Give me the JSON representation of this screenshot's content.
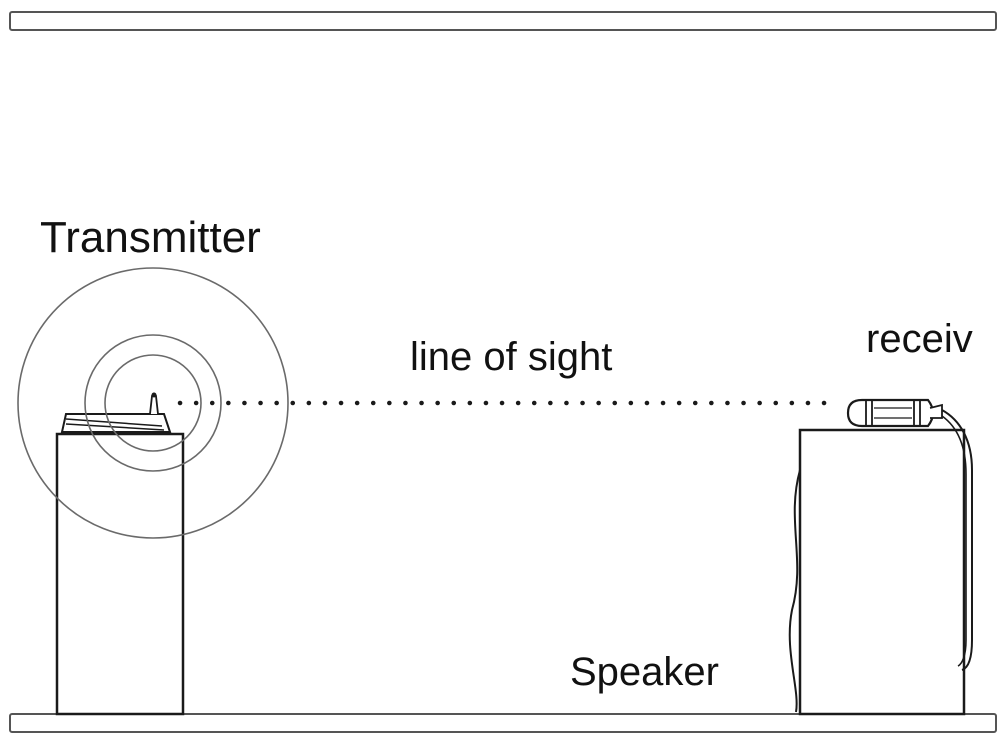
{
  "labels": {
    "transmitter": "Transmitter",
    "line_of_sight": "line of sight",
    "receiver": "receiv",
    "speaker": "Speaker"
  },
  "colors": {
    "stroke": "#1a1a1a",
    "text": "#111111",
    "ring": "#6a6a6a"
  }
}
